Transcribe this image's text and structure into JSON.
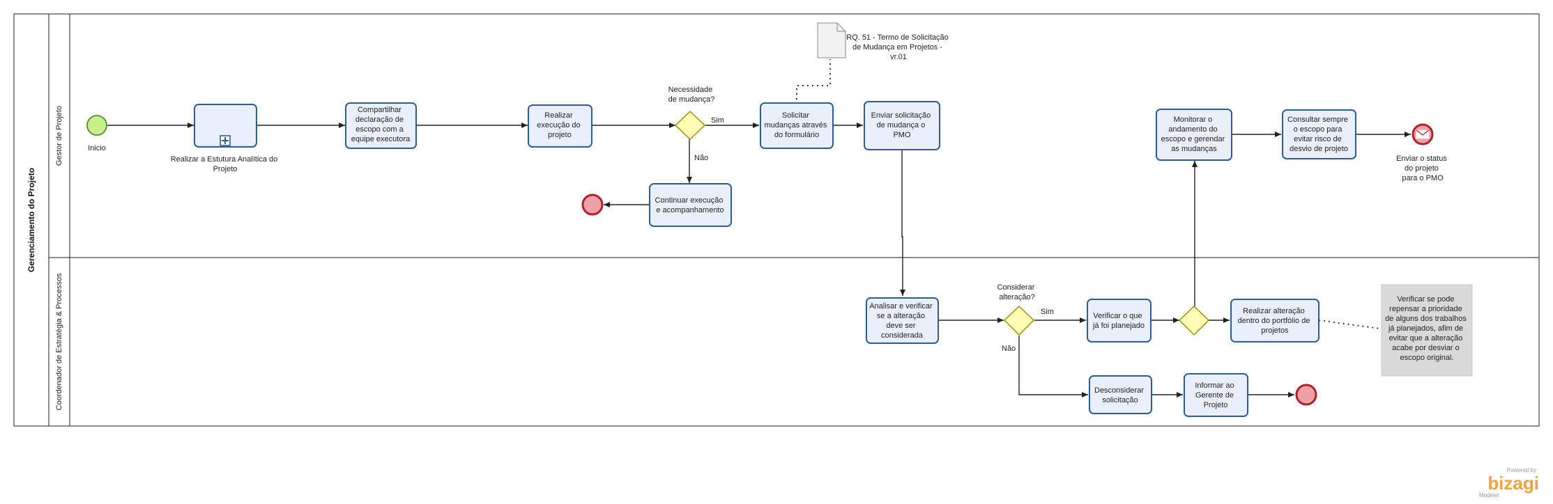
{
  "pool": {
    "title": "Gerenciamento do Projeto"
  },
  "lanes": {
    "gestor": "Gestor de Projeto",
    "coordenador": "Coordenador de Estratégia & Processos"
  },
  "events": {
    "start": "Inicio",
    "end_message": [
      "Enviar o status",
      "do projeto",
      "para o PMO"
    ]
  },
  "tasks": {
    "eap": [
      "Realizar a Estutura Analítica do",
      "Projeto"
    ],
    "compartilhar": [
      "Compartilhar",
      "declaração de",
      "escopo com a",
      "equipe executora"
    ],
    "realizar_exec": [
      "Realizar",
      "execução do",
      "projeto"
    ],
    "continuar": [
      "Continuar execução",
      "e acompanhamento"
    ],
    "solicitar": [
      "Solicitar",
      "mudanças através",
      "do formulário"
    ],
    "enviar_pmo": [
      "Enviar solicitação",
      "de mudança o",
      "PMO"
    ],
    "monitorar": [
      "Monitorar o",
      "andamento do",
      "escopo e gerendar",
      "as mudanças"
    ],
    "consultar": [
      "Consultar sempre",
      "o escopo para",
      "evitar risco de",
      "desvio de projeto"
    ],
    "analisar": [
      "Analisar e verificar",
      "se a alteração",
      "deve ser",
      "considerada"
    ],
    "verificar": [
      "Verificar o que",
      "já foi planejado"
    ],
    "realizar_alt": [
      "Realizar alteração",
      "dentro do portfólio de",
      "projetos"
    ],
    "desconsiderar": [
      "Desconsiderar",
      "solicitação"
    ],
    "informar": [
      "Informar ao",
      "Gerente de",
      "Projeto"
    ]
  },
  "gateways": {
    "necessidade": [
      "Necessidade",
      "de mudança?"
    ],
    "considerar": [
      "Considerar",
      "alteração?"
    ],
    "sim": "Sim",
    "nao": "Não"
  },
  "document": [
    "RQ. 51 - Termo de Solicitação",
    "de Mudança em Projetos -",
    "vr.01"
  ],
  "annotation": [
    "Verificar se pode",
    "repensar a prioridade",
    "de alguns dos trabalhos",
    "já planejados, afim de",
    "evitar que a alteração",
    "acabe por desviar o",
    "escopo original."
  ],
  "branding": {
    "powered": "Powered by",
    "name": "bizagi",
    "sub": "Modeler",
    "color": "#f0a340"
  },
  "colors": {
    "task_fill": "#eaf0fb",
    "task_stroke": "#2e5d95",
    "start_fill": "#c6ef8e",
    "end_fill": "#f0a0a8",
    "end_stroke": "#b21f2d",
    "gateway_fill": "#ffffb5"
  }
}
